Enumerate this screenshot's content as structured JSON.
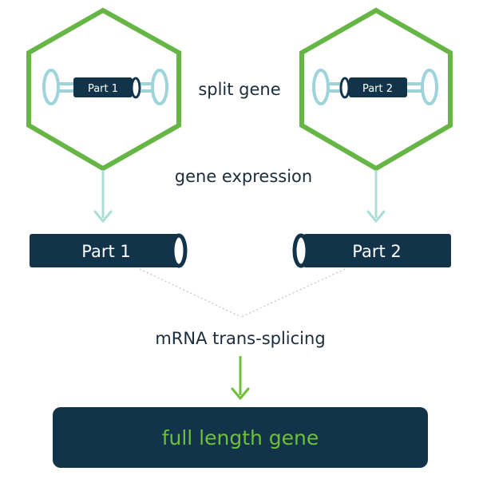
{
  "colors": {
    "navy": "#12344b",
    "green_hex": "#66b646",
    "light_teal": "#9ed3da",
    "arrow_teal": "#a9ddd5",
    "arrow_green": "#6fbf3a",
    "final_text": "#6fbf3a",
    "dotted_line": "#c2c8ce"
  },
  "labels": {
    "split_gene": "split gene",
    "gene_expression": "gene expression",
    "mrna_trans_splicing": "mRNA trans-splicing"
  },
  "vectors": {
    "left_part": "Part 1",
    "right_part": "Part 2"
  },
  "fragments": {
    "left": "Part 1",
    "right": "Part 2"
  },
  "result": {
    "label": "full length gene"
  }
}
